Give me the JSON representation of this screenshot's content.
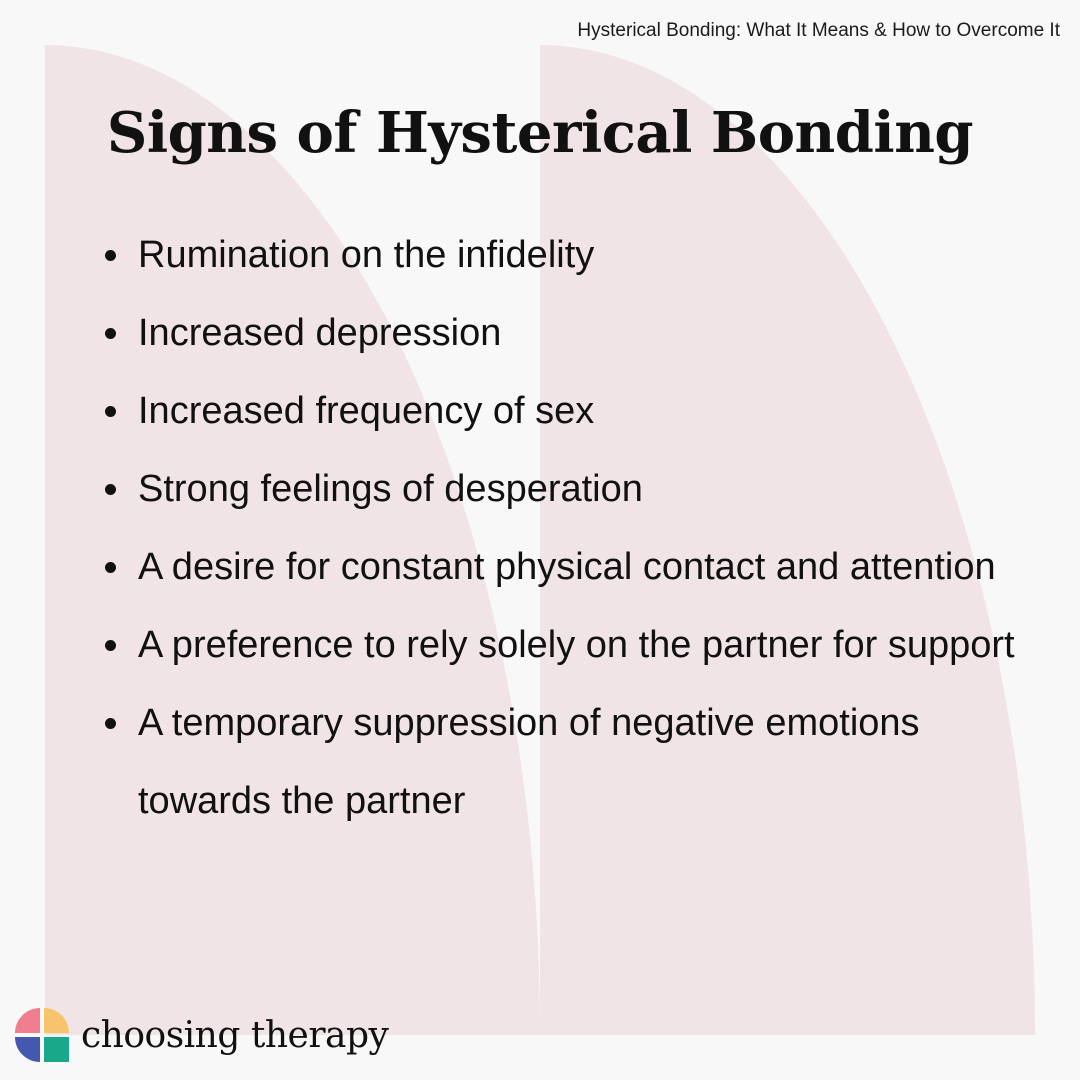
{
  "header": {
    "caption": "Hysterical Bonding: What It Means & How to Overcome It"
  },
  "main": {
    "title": "Signs of Hysterical Bonding",
    "signs": [
      {
        "text": "Rumination on the infidelity"
      },
      {
        "text": "Increased depression"
      },
      {
        "text": "Increased frequency of sex"
      },
      {
        "text": "Strong feelings of desperation"
      },
      {
        "text": "A desire for constant physical contact and attention"
      },
      {
        "text": "A preference to rely solely on the partner for support"
      },
      {
        "text": "A temporary suppression of negative emotions towards the partner"
      }
    ]
  },
  "brand": {
    "name": "choosing therapy",
    "icon": "choosing-therapy-logo-icon",
    "logo_colors": [
      "#f07e8f",
      "#f8c46b",
      "#4558b0",
      "#1aa88a"
    ]
  },
  "colors": {
    "background": "#f8f8f8",
    "quote_shape": "#f1e4e6",
    "text": "#111111"
  }
}
